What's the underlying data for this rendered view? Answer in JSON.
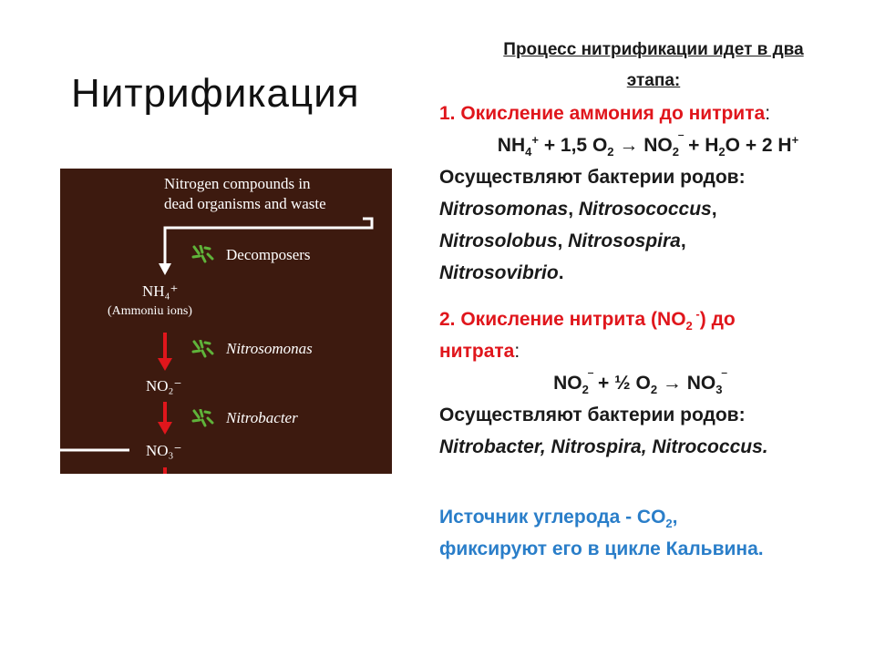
{
  "slide": {
    "title": "Нитрификация",
    "heading_line1": "Процесс нитрификации идет в два",
    "heading_line2": "этапа:"
  },
  "diagram": {
    "label_waste_1": "Nitrogen compounds in",
    "label_waste_2": "dead organisms and waste",
    "label_decomposers": "Decomposers",
    "label_nh4": "NH₄⁺",
    "label_ammonium": "(Ammoniu ions)",
    "label_nitrosomonas": "Nitrosomonas",
    "label_no2": "NO₂⁻",
    "label_nitrobacter": "Nitrobacter",
    "label_no3": "NO₃⁻",
    "colors": {
      "background": "#3d1a0f",
      "arrow_white": "#ffffff",
      "arrow_red": "#e0161c",
      "bacteria": "#5fb33a"
    }
  },
  "step1": {
    "title": "1. Окисление аммония до нитрита",
    "colon": ":",
    "eq": {
      "nh": "NH",
      "nh_sub": "4",
      "nh_sup": "+",
      "plus1": " + 1,5 O",
      "o2_sub": "2",
      "arrow": "  → NO",
      "no2_sub": "2",
      "no2_sup": "‾",
      "plus2": " + H",
      "h2o_sub": "2",
      "h2o_rest": "O + 2 H",
      "h_sup": "+"
    },
    "bacteria_intro": "Осуществляют бактерии родов:",
    "genus1": "Nitrosomonas",
    "sep1": ", ",
    "genus2": "Nitrosococcus",
    "sep2": ",",
    "genus3": "Nitrosolobus",
    "sep3": ", ",
    "genus4": "Nitrosospira",
    "sep4": ",",
    "genus5": "Nitrosovibrio",
    "sep5": "."
  },
  "step2": {
    "title_a": "2. Окисление нитрита (NO",
    "title_sub": "2",
    "title_sup": " -",
    "title_b": ") до",
    "title_c": "нитрата",
    "colon": ":",
    "eq": {
      "no": "NO",
      "no_sub": "2",
      "no_sup": "‾",
      "plus": "  +  ½ O",
      "o_sub": "2",
      "arrow": "  →  NO",
      "no3_sub": "3",
      "no3_sup": "‾"
    },
    "bacteria_intro": "Осуществляют бактерии родов:",
    "genera": "Nitrobacter, Nitrospira, Nitrococcus."
  },
  "carbon": {
    "line1_a": "Источник углерода - CO",
    "line1_sub": "2",
    "line1_b": ",",
    "line2": "фиксируют его в цикле Кальвина.",
    "color": "#2a7ec9"
  }
}
